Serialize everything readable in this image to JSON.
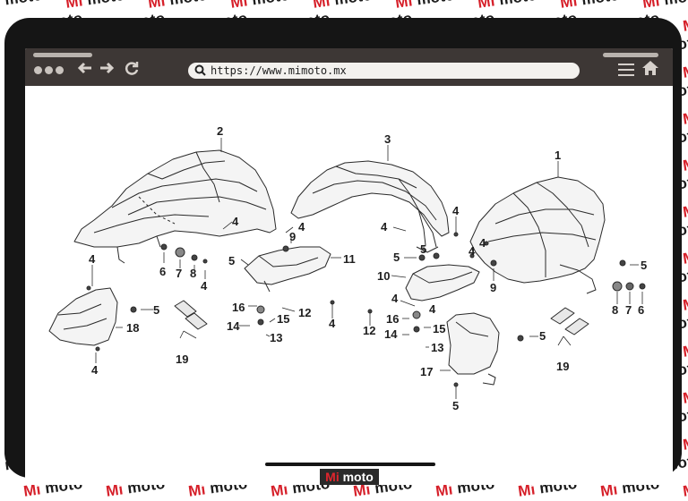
{
  "watermark": {
    "part1": "Mi ",
    "part2": "moto"
  },
  "browser": {
    "url": "https://www.mimoto.mx"
  },
  "icons": {
    "back": "arrow-left-icon",
    "forward": "arrow-right-icon",
    "reload": "reload-icon",
    "search": "search-icon",
    "menu": "menu-icon",
    "home": "home-icon"
  },
  "colors": {
    "brand_red": "#d6202a",
    "frame": "#151515",
    "toolbar": "#3d3735"
  },
  "logo": {
    "part1": "Mi ",
    "part2": "moto"
  },
  "diagram": {
    "callouts": [
      "2",
      "3",
      "1",
      "4",
      "4",
      "4",
      "4",
      "4",
      "4",
      "4",
      "4",
      "4",
      "4",
      "4",
      "4",
      "5",
      "5",
      "5",
      "5",
      "5",
      "5",
      "5",
      "6",
      "6",
      "7",
      "7",
      "8",
      "8",
      "9",
      "9",
      "10",
      "11",
      "12",
      "12",
      "13",
      "13",
      "14",
      "14",
      "15",
      "15",
      "16",
      "16",
      "17",
      "18",
      "19",
      "19"
    ]
  }
}
